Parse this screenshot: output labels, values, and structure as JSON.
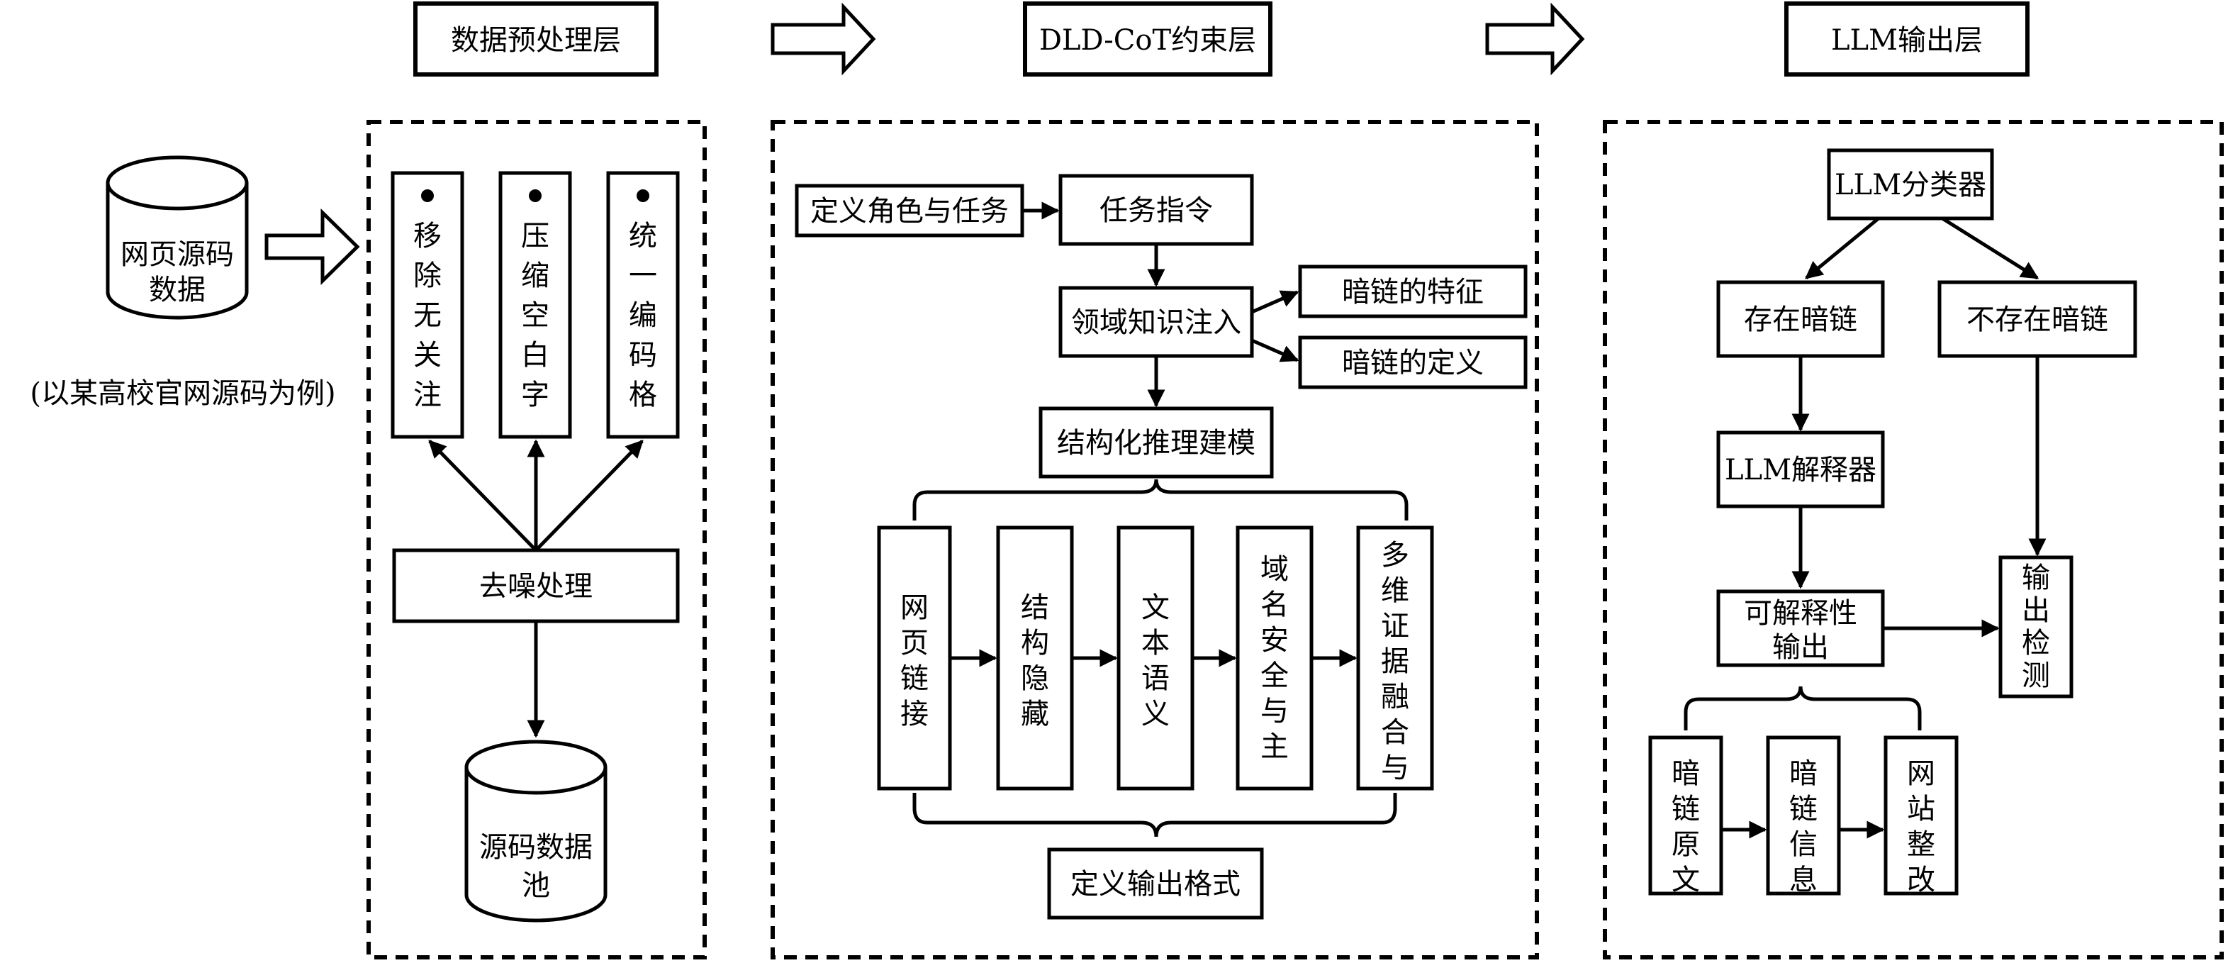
{
  "layers": {
    "preprocess": "数据预处理层",
    "cot": "DLD-CoT约束层",
    "output": "LLM输出层"
  },
  "source": {
    "cylinder": [
      "网页源码",
      "数据"
    ],
    "caption": "(以某高校官网源码为例)"
  },
  "preprocess": {
    "bullets": [
      "移除无关注释",
      "压缩空白字符",
      "统一编码格式"
    ],
    "denoise": "去噪处理",
    "pool": [
      "源码数据",
      "池"
    ]
  },
  "cot": {
    "role_task": "定义角色与任务",
    "instruction": "任务指令",
    "knowledge": "领域知识注入",
    "feature": "暗链的特征",
    "definition": "暗链的定义",
    "modeling": "结构化推理建模",
    "steps": [
      "网页链接实体提取",
      "结构隐藏行为分析",
      "文本语义相关分析",
      "域名安全与主题相关性分析",
      "多维证据融合与风险等级评估"
    ],
    "output_format": "定义输出格式"
  },
  "llm": {
    "classifier": "LLM分类器",
    "exists": "存在暗链",
    "not_exists": "不存在暗链",
    "explainer": "LLM解释器",
    "explainable": [
      "可解释性",
      "输出"
    ],
    "result": "输出检测结果",
    "actions": [
      "暗链原文定位",
      "暗链信息汇总",
      "网站整改建议"
    ]
  }
}
